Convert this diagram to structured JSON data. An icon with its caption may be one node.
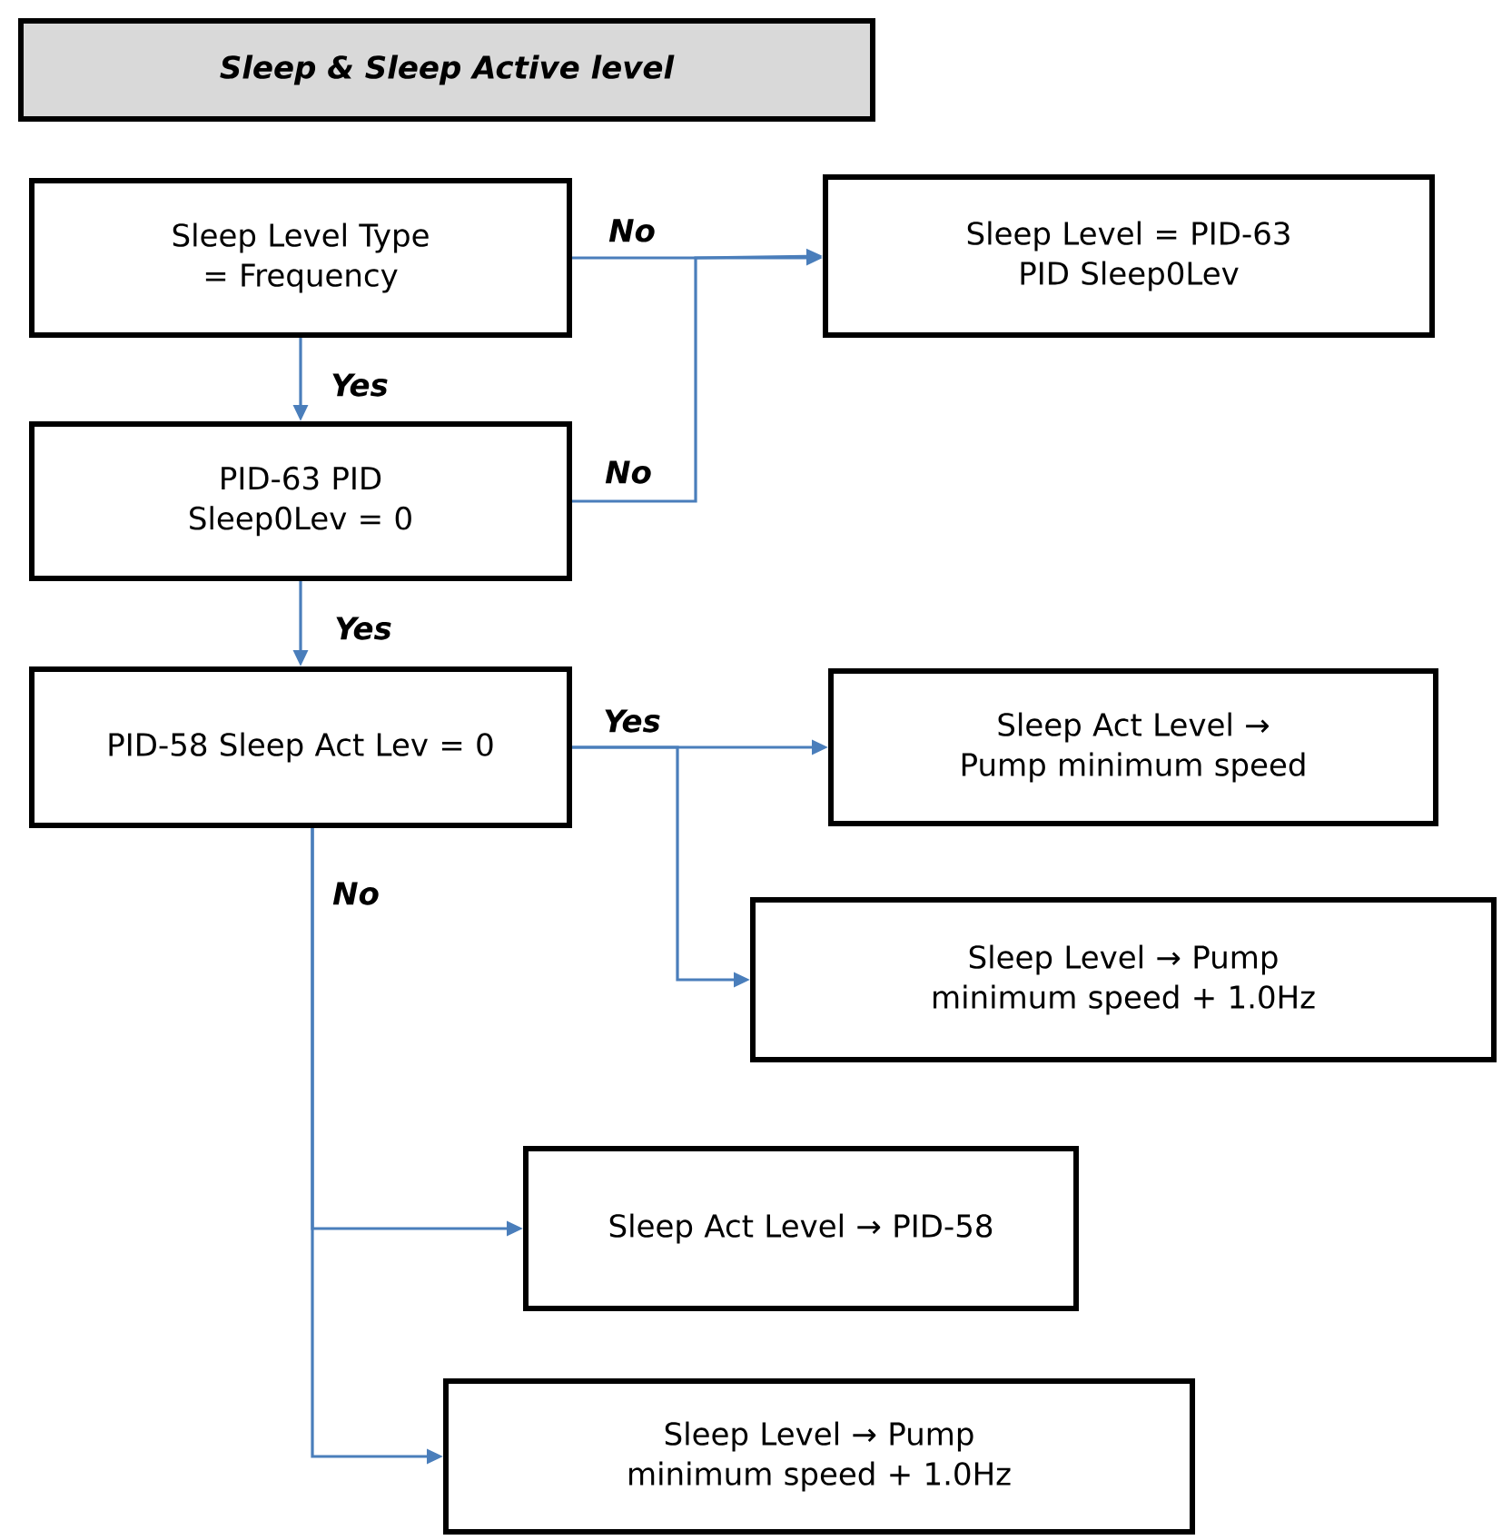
{
  "diagram": {
    "title": "Sleep & Sleep Active level",
    "nodes": [
      {
        "text": [
          "Sleep Level Type = Frequency"
        ]
      },
      {
        "text": [
          "Sleep Level = PID-63 PID Sleep0Lev"
        ]
      },
      {
        "text": [
          "PID-63 PID Sleep0Lev = 0"
        ]
      },
      {
        "text": [
          "PID-58 Sleep Act Lev = 0"
        ]
      },
      {
        "text": [
          "Sleep Act Level → Pump minimum speed"
        ]
      },
      {
        "text": [
          "Sleep Level → Pump minimum speed + 1.0Hz"
        ]
      },
      {
        "text": [
          "Sleep Act Level → PID-58"
        ]
      },
      {
        "text": [
          "Sleep Level → Pump minimum speed + 1.0Hz"
        ]
      }
    ],
    "edges": [
      {
        "from": 0,
        "to": 1,
        "arrow": "to",
        "label": "No"
      },
      {
        "from": 0,
        "to": 2,
        "arrow": "to",
        "label": "Yes"
      },
      {
        "from": 2,
        "to": 1,
        "arrow": "to",
        "label": "No"
      },
      {
        "from": 2,
        "to": 3,
        "arrow": "to",
        "label": "Yes"
      },
      {
        "from": 3,
        "to": 4,
        "arrow": "to",
        "label": "Yes"
      },
      {
        "from": 3,
        "to": 5,
        "arrow": "to"
      },
      {
        "from": 3,
        "to": 6,
        "arrow": "to",
        "label": "No"
      },
      {
        "from": 3,
        "to": 7,
        "arrow": "to"
      }
    ]
  }
}
